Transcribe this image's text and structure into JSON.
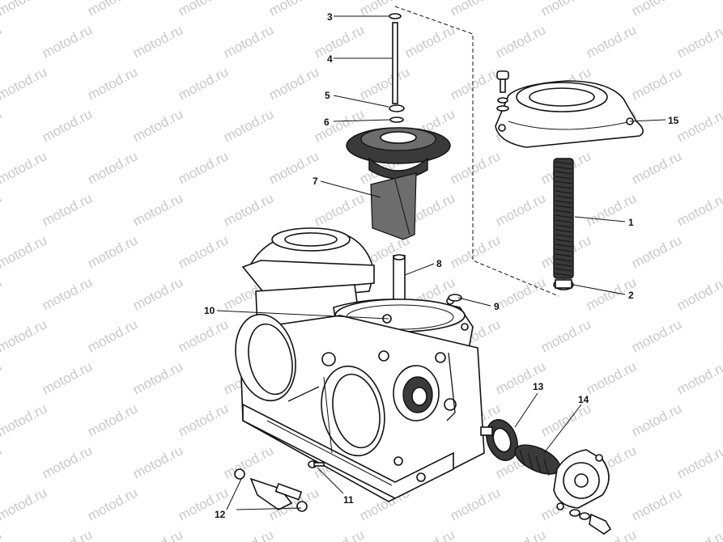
{
  "watermark": {
    "text": "motod.ru"
  },
  "callouts": [
    {
      "id": "callout-3",
      "text": "3"
    },
    {
      "id": "callout-4",
      "text": "4"
    },
    {
      "id": "callout-5",
      "text": "5"
    },
    {
      "id": "callout-6",
      "text": "6"
    },
    {
      "id": "callout-7",
      "text": "7"
    },
    {
      "id": "callout-8",
      "text": "8"
    },
    {
      "id": "callout-9",
      "text": "9"
    },
    {
      "id": "callout-10",
      "text": "10"
    },
    {
      "id": "callout-11",
      "text": "11"
    },
    {
      "id": "callout-12",
      "text": "12"
    },
    {
      "id": "callout-13",
      "text": "13"
    },
    {
      "id": "callout-14",
      "text": "14"
    },
    {
      "id": "callout-15",
      "text": "15"
    },
    {
      "id": "callout-1",
      "text": "1"
    },
    {
      "id": "callout-2",
      "text": "2"
    }
  ]
}
